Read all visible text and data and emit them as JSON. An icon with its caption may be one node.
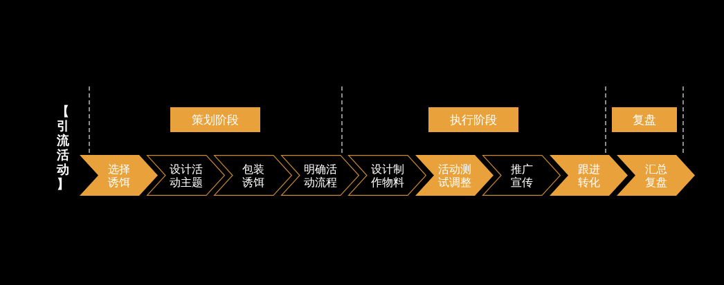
{
  "diagram": {
    "title": "【引流活动】",
    "nodes": [
      {
        "text": [
          "策划阶段"
        ]
      },
      {
        "text": [
          "执行阶段"
        ]
      },
      {
        "text": [
          "复盘"
        ]
      },
      {
        "text": [
          "选择诱饵"
        ]
      },
      {
        "text": [
          "设计活动主题"
        ]
      },
      {
        "text": [
          "包装诱饵"
        ]
      },
      {
        "text": [
          "明确活动流程"
        ]
      },
      {
        "text": [
          "设计制作物料"
        ]
      },
      {
        "text": [
          "活动测试调整"
        ]
      },
      {
        "text": [
          "推广宣传"
        ]
      },
      {
        "text": [
          "跟进转化"
        ]
      },
      {
        "text": [
          "汇总复盘"
        ]
      }
    ]
  }
}
